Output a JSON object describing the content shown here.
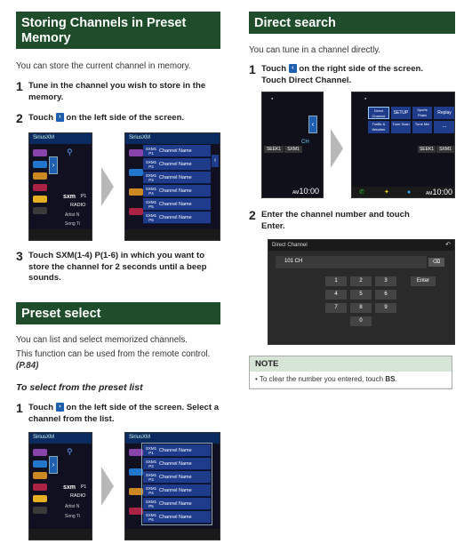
{
  "left": {
    "storing": {
      "title": "Storing Channels in Preset Memory",
      "intro": "You can store the current channel in memory.",
      "step1_num": "1",
      "step1": "Tune in the channel you wish to store in the memory.",
      "step2_num": "2",
      "step2_pre": "Touch",
      "step2_icon": "›",
      "step2_post": "on the left side of the screen.",
      "step3_num": "3",
      "step3": "Touch SXM(1-4) P(1-6) in which you want to store the channel for 2 seconds until a beep sounds."
    },
    "preset": {
      "title": "Preset select",
      "intro": "You can list and select memorized channels.",
      "intro2_pre": "This function can be used from the remote control.",
      "intro2_ref": "(P.84)",
      "subhead": "To select from the preset list",
      "step1_num": "1",
      "step1_pre": "Touch",
      "step1_icon": "›",
      "step1_post": "on the left side of the screen. Select a channel from the list."
    },
    "screen": {
      "app_title": "SiriusXM",
      "rows": [
        {
          "p": "SXM1\nP1",
          "name": "Channel Name"
        },
        {
          "p": "SXM1\nP2",
          "name": "Channel Name"
        },
        {
          "p": "SXM1\nP3",
          "name": "Channel Name"
        },
        {
          "p": "SXM1\nP4",
          "name": "Channel Name"
        },
        {
          "p": "SXM1\nP5",
          "name": "Channel Name"
        },
        {
          "p": "SXM1\nP6",
          "name": "Channel Name"
        }
      ],
      "sxm_label": "sxm",
      "radio_label": "RADIO",
      "artist": "Artist N",
      "song": "Song Ti",
      "p1": "P1"
    }
  },
  "right": {
    "direct": {
      "title": "Direct search",
      "intro": "You can tune in a channel directly.",
      "step1_num": "1",
      "step1_pre": "Touch",
      "step1_icon": "‹",
      "step1_post": "on the right side of the screen.",
      "step1_line2_pre": "Touch",
      "step1_line2_kw": "Direct Channel",
      "step1_line2_post": ".",
      "step2_num": "2",
      "step2_pre": "Enter the channel number and touch",
      "step2_kw": "Enter",
      "step2_post": ".",
      "menu": {
        "direct_channel": "Direct Channel",
        "setup": "SETUP",
        "sports_flash": "Sports Flash",
        "replay": "Replay",
        "traffic_weather": "Traffic & Weather",
        "tune_scan": "Tune Scan",
        "tune_mix": "Tune Mix",
        "more": "..."
      },
      "seek1": "SEEK1",
      "sxm1": "SXM1",
      "ch": "CH",
      "time": "10:00",
      "am": "AM"
    },
    "keypad": {
      "title": "Direct Channel",
      "display": "101 CH",
      "keys": [
        "1",
        "2",
        "3",
        "4",
        "5",
        "6",
        "7",
        "8",
        "9",
        "0"
      ],
      "enter": "Enter",
      "bs_icon": "backspace-icon"
    },
    "note": {
      "head": "NOTE",
      "body_pre": "• To clear the number you entered, touch",
      "body_kw": "BS",
      "body_post": "."
    }
  }
}
